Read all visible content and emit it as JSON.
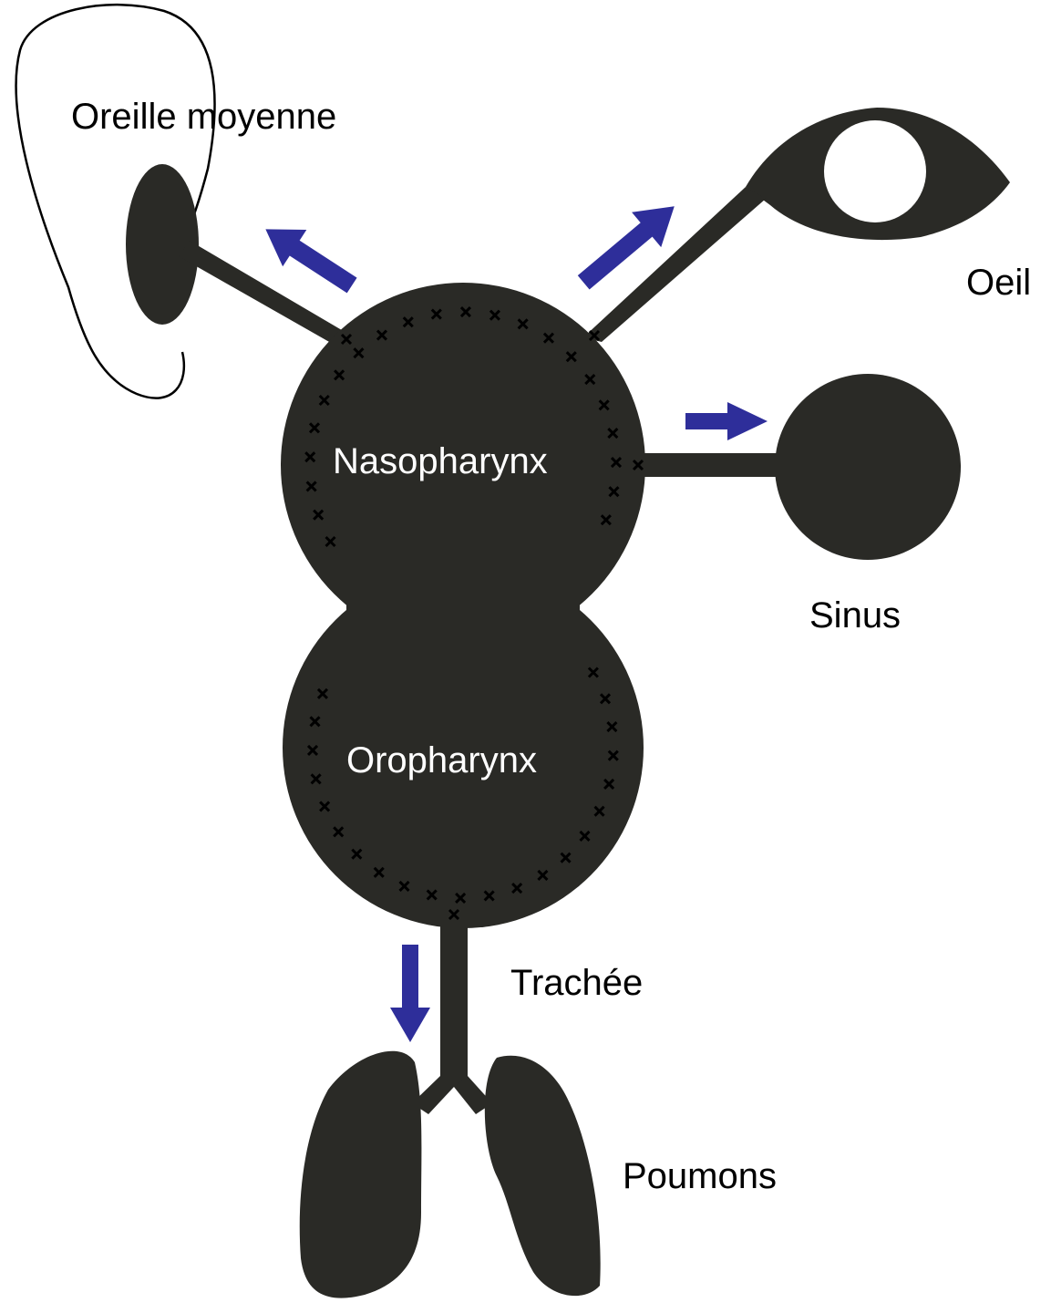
{
  "labels": {
    "middle_ear": "Oreille moyenne",
    "eye": "Oeil",
    "sinus": "Sinus",
    "nasopharynx": "Nasopharynx",
    "oropharynx": "Oropharynx",
    "trachea": "Trachée",
    "lungs": "Poumons"
  },
  "colors": {
    "organ_fill": "#2a2a26",
    "arrow": "#2e2e9a",
    "outline": "#000000",
    "text_dark": "#000000",
    "text_light": "#ffffff"
  },
  "icons": {
    "border_marks": "cross-marks",
    "arrows": "arrow"
  }
}
